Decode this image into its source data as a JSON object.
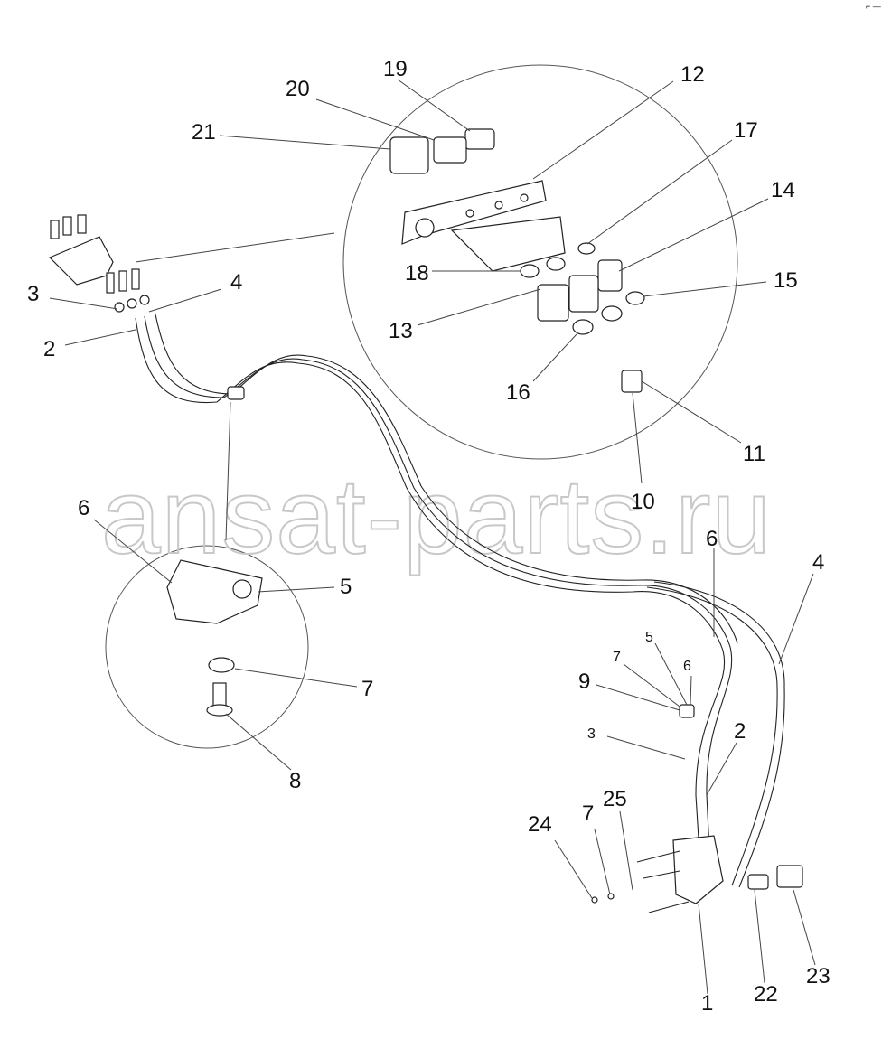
{
  "watermark": "ansat-parts.ru",
  "corner_mark": "⌐ —",
  "callouts": {
    "n1": "1",
    "n2a": "2",
    "n2b": "2",
    "n3a": "3",
    "n3b": "3",
    "n4a": "4",
    "n4b": "4",
    "n5a": "5",
    "n5b": "5",
    "n6a": "6",
    "n6b": "6",
    "n6c": "6",
    "n7a": "7",
    "n7b": "7",
    "n7c": "7",
    "n8": "8",
    "n9": "9",
    "n10": "10",
    "n11": "11",
    "n12": "12",
    "n13": "13",
    "n14": "14",
    "n15": "15",
    "n16": "16",
    "n17": "17",
    "n18": "18",
    "n19": "19",
    "n20": "20",
    "n21": "21",
    "n22": "22",
    "n23": "23",
    "n24": "24",
    "n25": "25"
  }
}
